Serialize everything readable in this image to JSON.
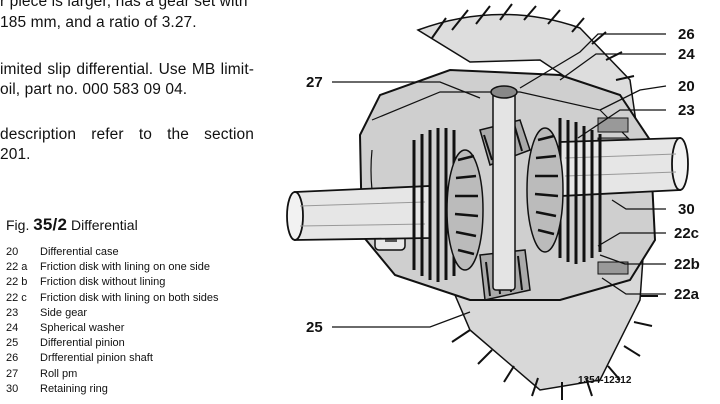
{
  "text": {
    "line1": "r piece is larger, has a gear set with",
    "line2": "185 mm, and a ratio of 3.27.",
    "line3": "imited slip differential. Use MB limit-",
    "line4": "oil, part no. 000 583 09 04.",
    "line5": "description refer to the section",
    "line6": "201."
  },
  "figure": {
    "prefix": "Fig.",
    "number": "35/2",
    "title": "Differential",
    "legend": [
      {
        "key": "20",
        "text": "Differential case"
      },
      {
        "key": "22 a",
        "text": "Friction disk with lining on one side"
      },
      {
        "key": "22 b",
        "text": "Friction disk without lining"
      },
      {
        "key": "22 c",
        "text": "Friction disk with lining on both sides"
      },
      {
        "key": "23",
        "text": "Side gear"
      },
      {
        "key": "24",
        "text": "Spherical washer"
      },
      {
        "key": "25",
        "text": "Differential pinion"
      },
      {
        "key": "26",
        "text": "Drfferential pinion shaft"
      },
      {
        "key": "27",
        "text": "Roll pm"
      },
      {
        "key": "30",
        "text": "Retaining ring"
      }
    ],
    "diagram_labels": [
      "26",
      "24",
      "27",
      "20",
      "23",
      "30",
      "22c",
      "22b",
      "22a",
      "25"
    ],
    "drawing_code": "1354-12312"
  }
}
